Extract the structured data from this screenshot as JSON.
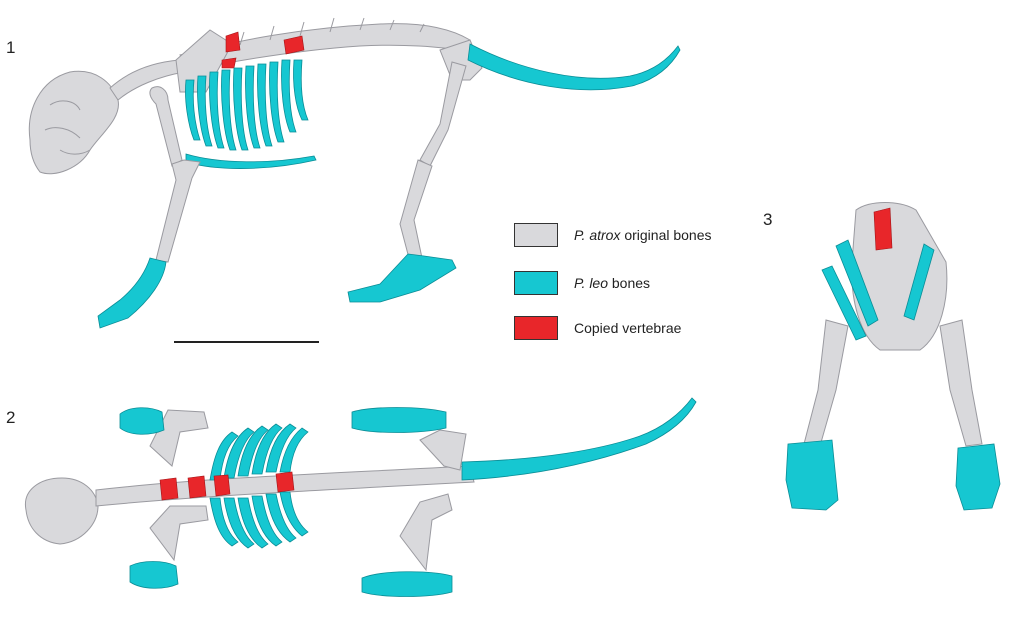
{
  "colors": {
    "original": "#d9d9dc",
    "original_stroke": "#9a9aa0",
    "leo": "#16c7d1",
    "leo_stroke": "#0a8d96",
    "copied": "#e8262a"
  },
  "panels": {
    "p1": "1",
    "p2": "2",
    "p3": "3"
  },
  "legend": {
    "original_italic": "P. atrox",
    "original_rest": " original bones",
    "leo_italic": "P. leo",
    "leo_rest": " bones",
    "copied": "Copied vertebrae"
  }
}
